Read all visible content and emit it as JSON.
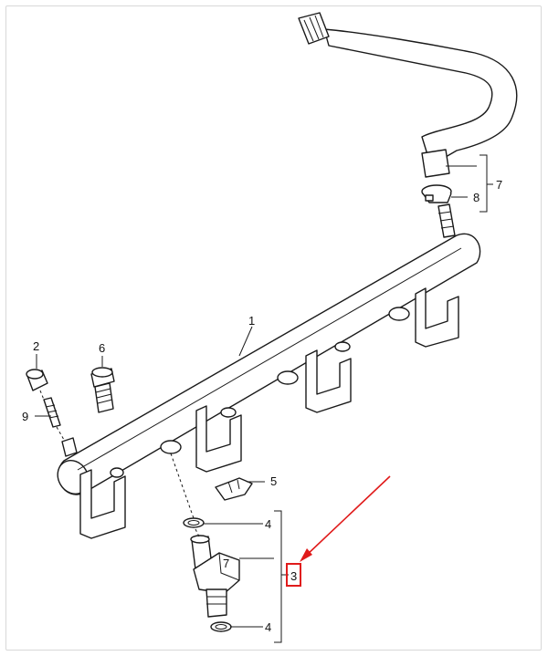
{
  "labels": {
    "rail": "1",
    "cap": "2",
    "injector": "3",
    "seal_top": "4",
    "seal_bottom": "4",
    "clip": "5",
    "bolt": "6",
    "hose_assembly": "7",
    "hose_clamp": "8",
    "valve": "9"
  },
  "highlight": {
    "box_color": "#e01b1b",
    "arrow_color": "#e01b1b"
  }
}
